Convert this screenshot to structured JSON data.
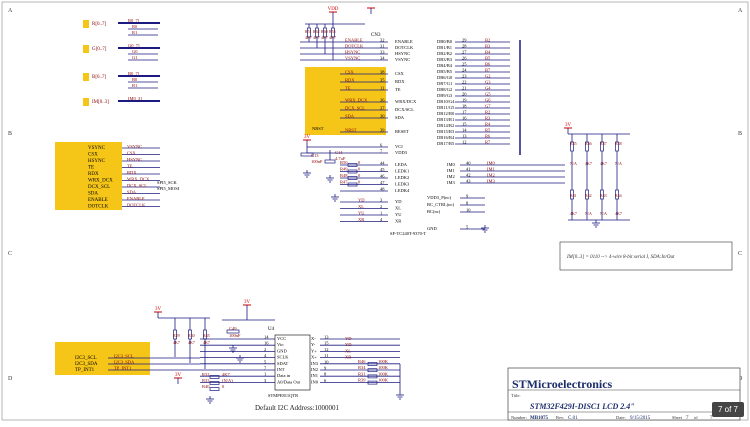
{
  "grid": {
    "cols": [
      "A",
      "B",
      "C",
      "D"
    ],
    "rows": [
      "A",
      "B",
      "C",
      "D"
    ]
  },
  "nets_left_top": [
    {
      "name": "R[0..7]",
      "a": "R0_7]",
      "b": "R0",
      "c": "R1"
    },
    {
      "name": "G[0..7]",
      "a": "G0_7]",
      "b": "G0",
      "c": "G1"
    },
    {
      "name": "B[0..7]",
      "a": "B0_7]",
      "b": "B0",
      "c": "B1"
    },
    {
      "name": "IM[0..3]",
      "a": "IM0_3]",
      "b": "",
      "c": ""
    }
  ],
  "left_signals": {
    "labels": [
      "VSYNC",
      "CSX",
      "HSYNC",
      "TE",
      "RDX",
      "WRX_DCX",
      "DCX_SCL",
      "SDA",
      "ENABLE",
      "DOTCLK"
    ],
    "nets": [
      "VSYNC",
      "CSX",
      "HSYNC",
      "TE",
      "RDX",
      "WRX_DCX",
      "DCX_SCL",
      "SDA",
      "ENABLE",
      "DOTCLK"
    ],
    "spi": [
      "SPI5_SCK",
      "SPI5_MOSI"
    ]
  },
  "cn3": {
    "ref": "CN3",
    "part": "SF-TC240T-9370-T",
    "vdd": "VDD",
    "v3": "3V",
    "top_res": [
      "R51",
      "R62",
      "R60",
      "R55"
    ],
    "top_vals": [
      "4K7",
      "4K7",
      "4K7",
      "4K7"
    ],
    "top_pins": [
      {
        "sig": "ENABLE",
        "num": "32",
        "name": "ENABLE"
      },
      {
        "sig": "DOTCLK",
        "num": "31",
        "name": "DOTCLK"
      },
      {
        "sig": "HSYNC",
        "num": "33",
        "name": "HSYNC"
      },
      {
        "sig": "VSYNC",
        "num": "34",
        "name": "VSYNC"
      }
    ],
    "mid_pins": [
      {
        "sig": "CSX",
        "num": "38",
        "name": "CSX"
      },
      {
        "sig": "RDX",
        "num": "35",
        "name": "RDX"
      },
      {
        "sig": "TE",
        "num": "11",
        "name": "TE"
      },
      {
        "sig": "WRX_DCX",
        "num": "36",
        "name": "WRX/DCX"
      },
      {
        "sig": "DCX_SCL",
        "num": "37",
        "name": "DCX/SCL"
      },
      {
        "sig": "SDA",
        "num": "30",
        "name": "SDA"
      },
      {
        "sig": "NRST",
        "num": "39",
        "name": "RESET"
      }
    ],
    "nrst": "NRST",
    "right_pins": [
      [
        "29",
        "DB0/B0",
        "B2"
      ],
      [
        "28",
        "DB1/B1",
        "B3"
      ],
      [
        "27",
        "DB2/B2",
        "B4"
      ],
      [
        "26",
        "DB3/B3",
        "B5"
      ],
      [
        "25",
        "DB4/B4",
        "B6"
      ],
      [
        "24",
        "DB5/B5",
        "B7"
      ],
      [
        "23",
        "DB6/G0",
        "G2"
      ],
      [
        "22",
        "DB7/G1",
        "G3"
      ],
      [
        "21",
        "DB8/G2",
        "G4"
      ],
      [
        "20",
        "DB9/G3",
        "G5"
      ],
      [
        "19",
        "DB10/G4",
        "G6"
      ],
      [
        "18",
        "DB11/G5",
        "G7"
      ],
      [
        "17",
        "DB12/R0",
        "R2"
      ],
      [
        "16",
        "DB13/R1",
        "R3"
      ],
      [
        "15",
        "DB14/R2",
        "R4"
      ],
      [
        "14",
        "DB15/R3",
        "R5"
      ],
      [
        "13",
        "DB16/R4",
        "R6"
      ],
      [
        "12",
        "DB17/R5",
        "R7"
      ]
    ],
    "power": [
      {
        "num": "6",
        "name": "VCI"
      },
      {
        "num": "7",
        "name": "VDD3"
      }
    ],
    "led": [
      {
        "r": "R50",
        "v": "0",
        "num": "44",
        "name": "LEDA"
      },
      {
        "r": "R49",
        "v": "0",
        "num": "45",
        "name": "LEDK1"
      },
      {
        "r": "R48",
        "v": "0",
        "num": "46",
        "name": "LEDK2"
      },
      {
        "r": "R47",
        "v": "0",
        "num": "47",
        "name": "LEDK3"
      },
      {
        "r": "",
        "v": "",
        "num": "48",
        "name": "LEDK4"
      }
    ],
    "im": [
      [
        "40",
        "IM0",
        "IM0"
      ],
      [
        "41",
        "IM1",
        "IM1"
      ],
      [
        "42",
        "IM2",
        "IM2"
      ],
      [
        "43",
        "IM3",
        "IM3"
      ]
    ],
    "touch": [
      [
        "YD",
        "3",
        "YD"
      ],
      [
        "XL",
        "2",
        "XL"
      ],
      [
        "YU",
        "1",
        "YU"
      ],
      [
        "XR",
        "4",
        "XR"
      ]
    ],
    "misc": [
      [
        "VDD3_P(nc)",
        "9"
      ],
      [
        "BC_CTRL(nc)",
        "8"
      ],
      [
        "BC(nc)",
        "10"
      ],
      [
        "GND",
        "5"
      ]
    ],
    "caps": {
      "c13": "C13",
      "c13v": "100nF",
      "c14": "C14",
      "c14v": "4.7uF"
    }
  },
  "im_straps": {
    "v3": "3V",
    "top": [
      [
        "R35",
        "N/A"
      ],
      [
        "R36",
        "4K7"
      ],
      [
        "R37",
        "4K7"
      ],
      [
        "R38",
        "N/A"
      ]
    ],
    "bottom": [
      [
        "R41",
        "4K7"
      ],
      [
        "R42",
        "N/A"
      ],
      [
        "R43",
        "N/A"
      ],
      [
        "R44",
        "4K7"
      ]
    ]
  },
  "note": "IM[0..3] = 0110 --> 4-wire 8-bit serial I, SDA:In/Out",
  "u4": {
    "ref": "U4",
    "part": "STMPE811QTR",
    "addr": "Default I2C Address:1000001",
    "v3": "3V",
    "cap": "C49",
    "capv": "100nF",
    "pullups": [
      [
        "R29",
        "4K7"
      ],
      [
        "R30",
        "4K7"
      ],
      [
        "R45",
        "4K7"
      ]
    ],
    "left_sigs": [
      "I2C3_SCL",
      "I2C3_SDA",
      "TP_INT1"
    ],
    "left_nets": [
      "I2C3_SCL",
      "I2C3_SDA",
      "TP_INT1"
    ],
    "small_res": [
      [
        "R32",
        "4K7"
      ],
      [
        "R33",
        "(N/A)"
      ],
      [
        "R40",
        "0"
      ]
    ],
    "pins_l": [
      [
        "14",
        "VCC"
      ],
      [
        "16",
        "Vio"
      ],
      [
        "2",
        "GND"
      ],
      [
        "4",
        "SCLK"
      ],
      [
        "5",
        "SDAT"
      ],
      [
        "7",
        "INT"
      ],
      [
        "1",
        "Data in"
      ],
      [
        "3",
        "A0/Data Out"
      ]
    ],
    "pins_r": [
      [
        "X-",
        "13"
      ],
      [
        "Y-",
        "15"
      ],
      [
        "Y+",
        "12"
      ],
      [
        "X+",
        "11"
      ],
      [
        "IN3",
        "10"
      ],
      [
        "IN2",
        "9"
      ],
      [
        "IN1",
        "8"
      ],
      [
        "IN0",
        "6"
      ]
    ],
    "touch_out": [
      "YD",
      "YD",
      "XL",
      "XR"
    ],
    "res": [
      [
        "R46",
        "100K"
      ],
      [
        "R34",
        "100K"
      ],
      [
        "R31",
        "100K"
      ],
      [
        "R39",
        "100K"
      ]
    ]
  },
  "title_block": {
    "company": "STMicroelectronics",
    "title_label": "Title:",
    "title": "STM32F429I-DISC1 LCD 2.4\"",
    "number_label": "Number:",
    "number": "MB1075",
    "rev_label": "Rev:",
    "rev": "C.01",
    "date_label": "Date:",
    "date": "9/15/2015",
    "sheet_label": "Sheet",
    "sheet": "7",
    "of_label": "of",
    "of": "7"
  },
  "page_indicator": "7 of 7",
  "colors": {
    "wire": "#1a1a80",
    "text": "#8b0000",
    "body": "#f5c518",
    "bodyText": "#000000",
    "power": "#cc0000"
  }
}
